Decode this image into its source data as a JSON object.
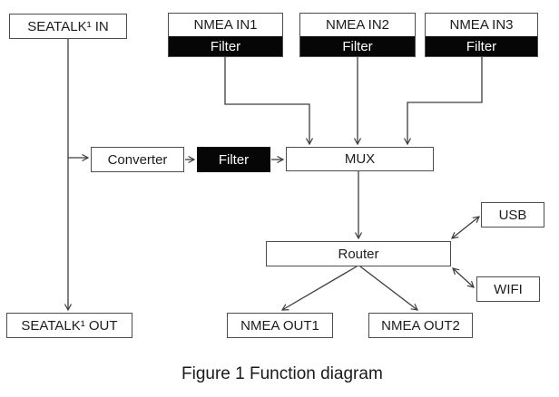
{
  "caption": "Figure 1 Function diagram",
  "nodes": {
    "seatalk_in": "SEATALK¹ IN",
    "nmea_in1": "NMEA IN1",
    "nmea_in1_filter": "Filter",
    "nmea_in2": "NMEA IN2",
    "nmea_in2_filter": "Filter",
    "nmea_in3": "NMEA IN3",
    "nmea_in3_filter": "Filter",
    "converter": "Converter",
    "filter": "Filter",
    "mux": "MUX",
    "router": "Router",
    "usb": "USB",
    "wifi": "WIFI",
    "nmea_out1": "NMEA OUT1",
    "nmea_out2": "NMEA OUT2",
    "seatalk_out": "SEATALK¹ OUT"
  },
  "connections": [
    "seatalk_in -> converter",
    "seatalk_in -> seatalk_out",
    "converter -> filter",
    "filter -> mux",
    "nmea_in1_filter -> mux",
    "nmea_in2_filter -> mux",
    "nmea_in3_filter -> mux",
    "mux -> router",
    "router <-> usb",
    "router <-> wifi",
    "router -> nmea_out1",
    "router -> nmea_out2"
  ],
  "colors": {
    "background": "#ffffff",
    "line": "#3d3d3d",
    "box_border": "#4d4d4d",
    "filter_bg": "#060606",
    "filter_text": "#ffffff",
    "text": "#1c1c1c"
  }
}
